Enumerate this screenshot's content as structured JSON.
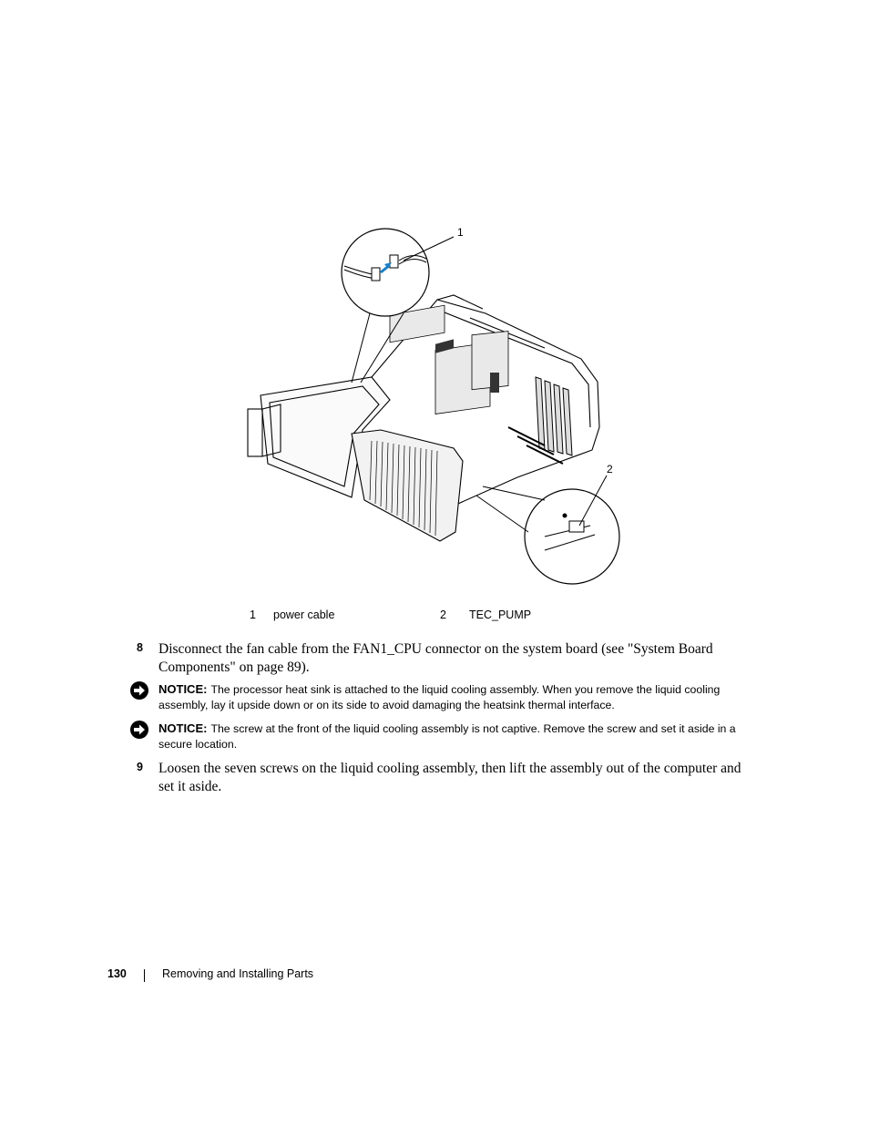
{
  "figure": {
    "callouts": [
      "1",
      "2"
    ],
    "legend": [
      {
        "number": "1",
        "label": "power cable"
      },
      {
        "number": "2",
        "label": "TEC_PUMP"
      }
    ]
  },
  "steps": [
    {
      "number": "8",
      "text": "Disconnect the fan cable from the FAN1_CPU connector on the system board (see \"System Board Components\" on page 89)."
    },
    {
      "number": "9",
      "text": "Loosen the seven screws on the liquid cooling assembly, then lift the assembly out of the computer and set it aside."
    }
  ],
  "notices": [
    {
      "label": "NOTICE:",
      "icon": "notice-arrow-icon",
      "text": "The processor heat sink is attached to the liquid cooling assembly. When you remove the liquid cooling assembly, lay it upside down or on its side to avoid damaging the heatsink thermal interface."
    },
    {
      "label": "NOTICE:",
      "icon": "notice-arrow-icon",
      "text": "The screw at the front of the liquid cooling assembly is not captive. Remove the screw and set it aside in a secure location."
    }
  ],
  "footer": {
    "page_number": "130",
    "section_title": "Removing and Installing Parts"
  },
  "colors": {
    "arrow": "#1d7fc4",
    "text": "#000000"
  }
}
